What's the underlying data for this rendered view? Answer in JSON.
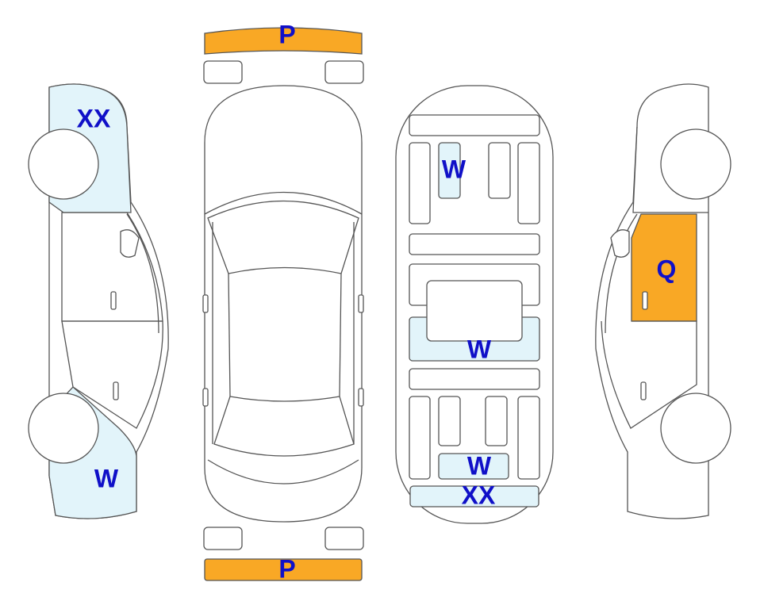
{
  "colors": {
    "orange": "#f9a825",
    "light_blue": "#e2f4fa",
    "outline": "#555555",
    "label": "#1010c8"
  },
  "labels": {
    "front_bumper": "P",
    "rear_bumper": "P",
    "left_front_fender": "XX",
    "left_rear_quarter": "W",
    "roof_front": "W",
    "roof_middle": "W",
    "trunk_lid": "W",
    "rear_panel": "XX",
    "right_rear_door": "Q"
  }
}
